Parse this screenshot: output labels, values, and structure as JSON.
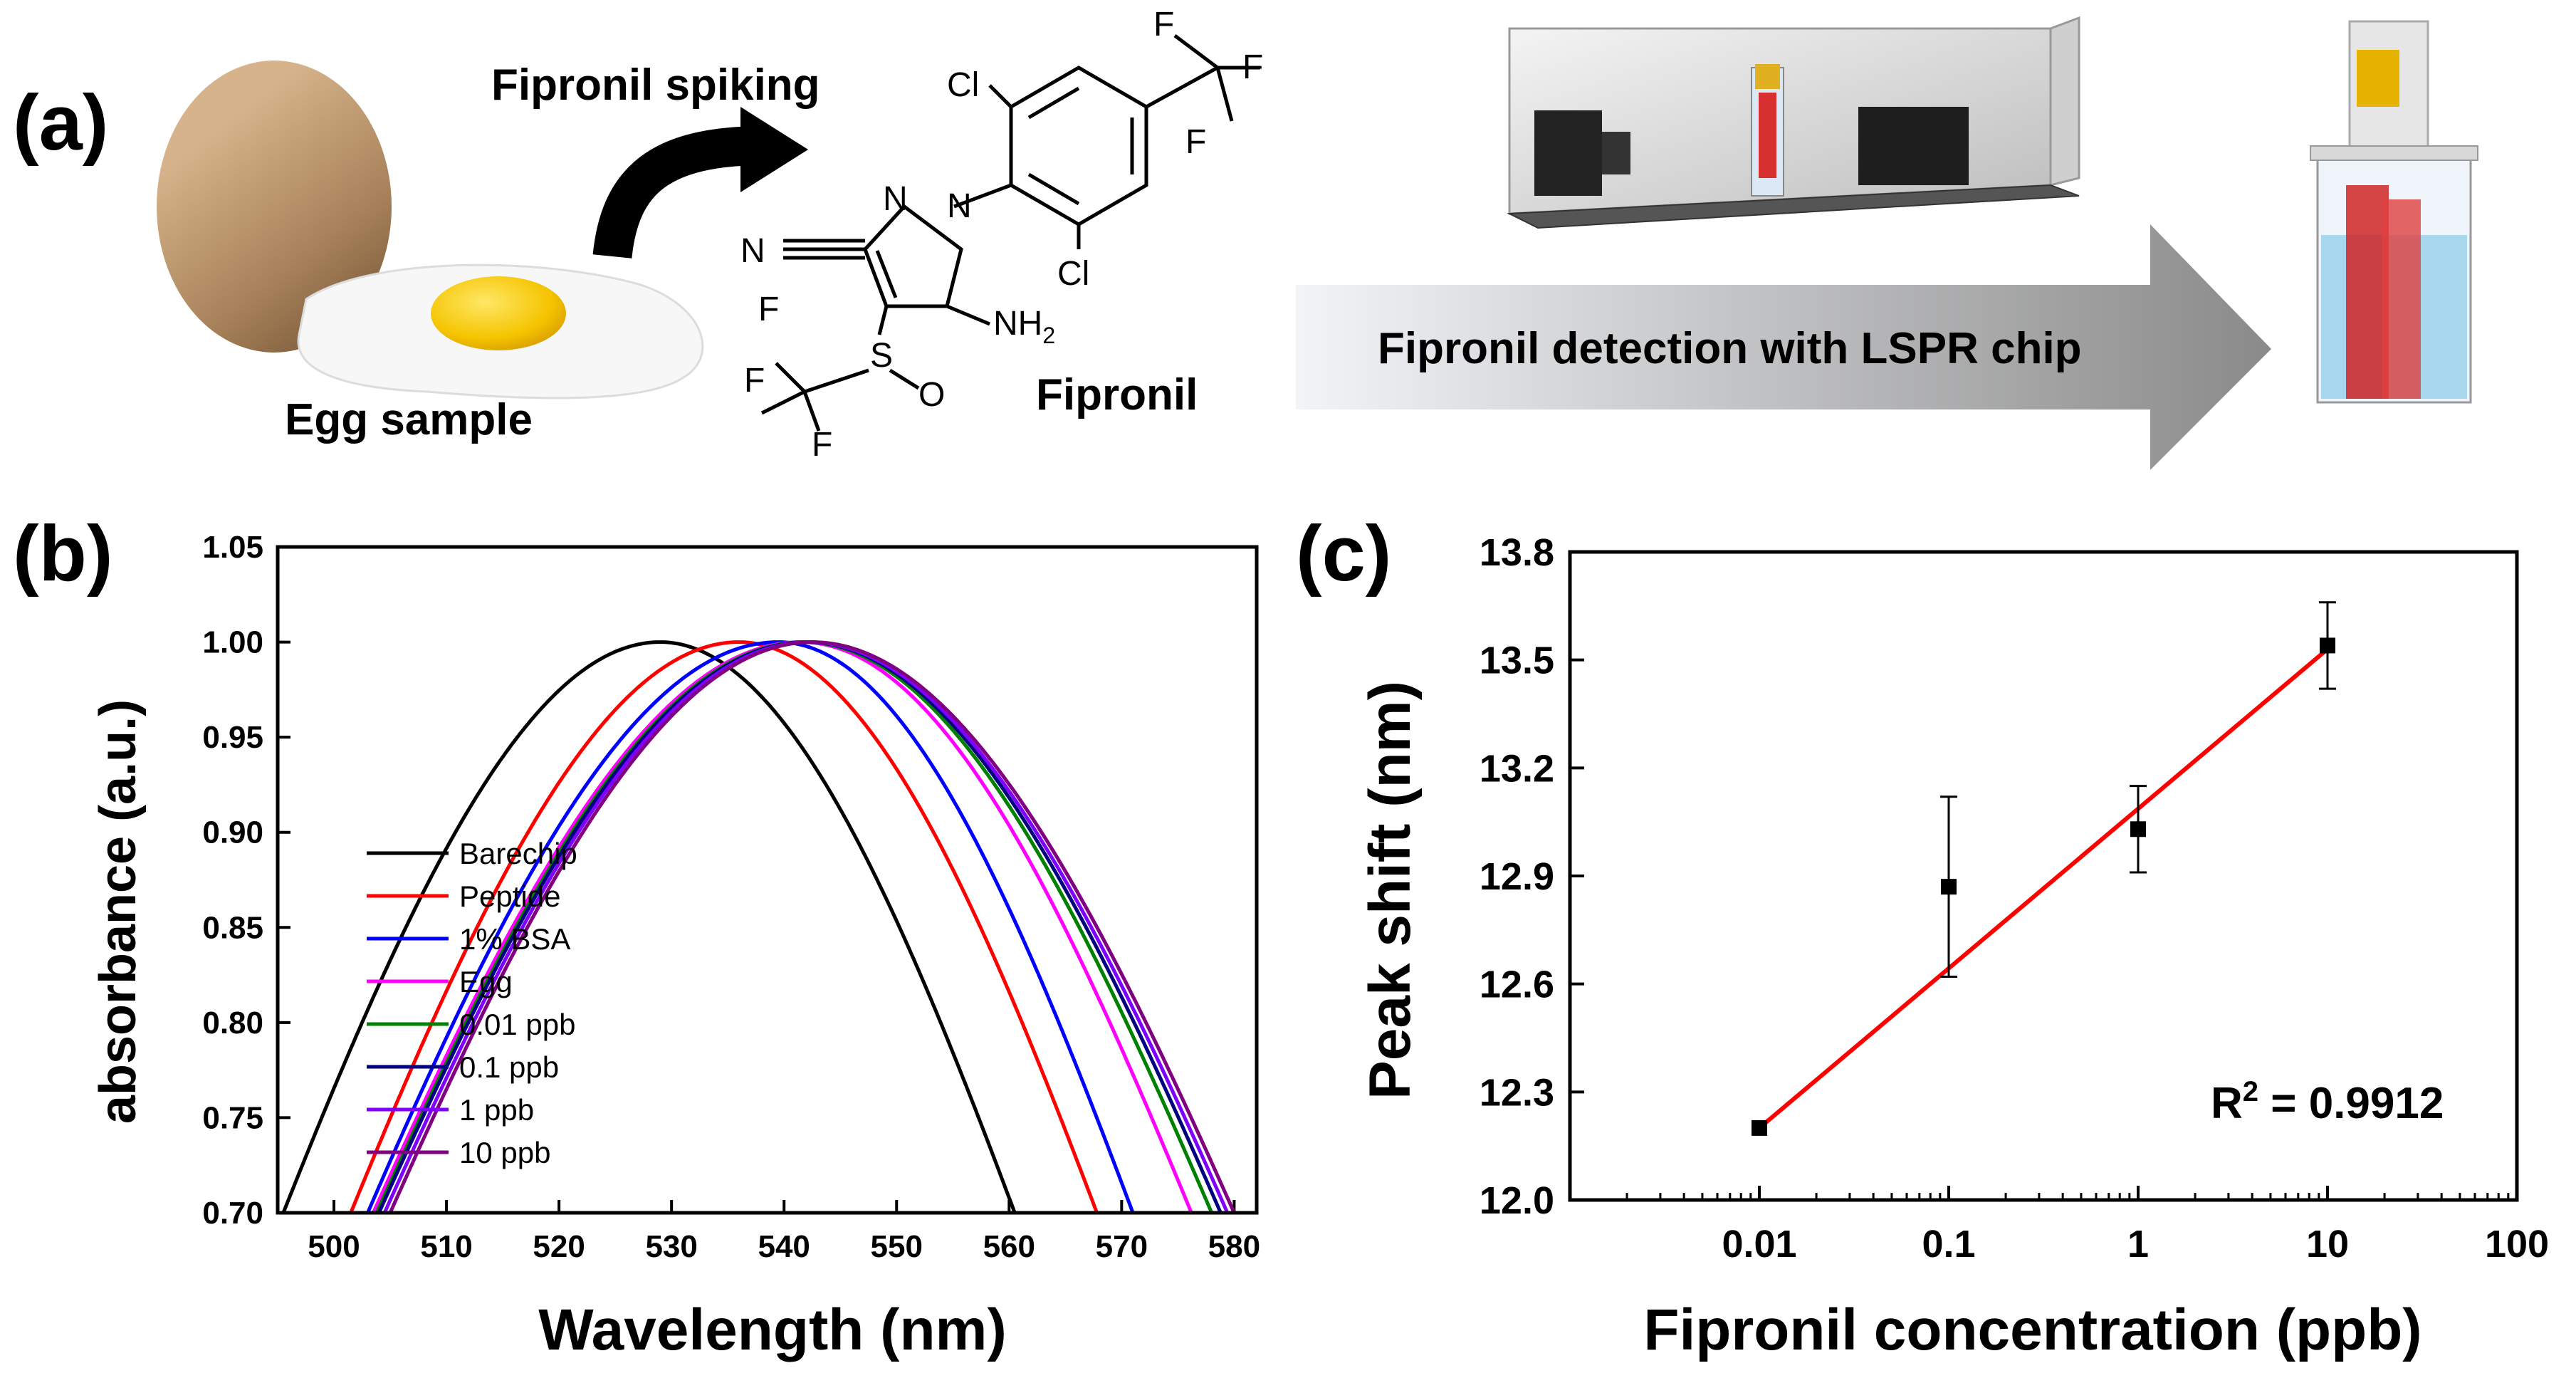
{
  "panel_a": {
    "label": "(a)",
    "spiking_label": "Fipronil spiking",
    "egg_label": "Egg sample",
    "compound_name": "Fipronil",
    "detection_label": "Fipronil detection with LSPR chip",
    "molecule": {
      "cl_top": "Cl",
      "cl_bottom": "Cl",
      "f1": "F",
      "f2": "F",
      "f3": "F",
      "f4": "F",
      "f5": "F",
      "f6": "F",
      "n1": "N",
      "n2": "N",
      "n_nitrile": "N",
      "nh2": "NH",
      "nh2_sub": "2",
      "s": "S",
      "o": "O"
    }
  },
  "chart_data": [
    {
      "panel_label": "(b)",
      "type": "line",
      "xlabel": "Wavelength (nm)",
      "ylabel": "absorbance (a.u.)",
      "xlim": [
        495,
        582
      ],
      "ylim": [
        0.7,
        1.05
      ],
      "xticks": [
        500,
        510,
        520,
        530,
        540,
        550,
        560,
        570,
        580
      ],
      "yticks": [
        "0.70",
        "0.75",
        "0.80",
        "0.85",
        "0.90",
        "0.95",
        "1.00",
        "1.05"
      ],
      "legend_position": "lower-left",
      "series": [
        {
          "name": "Barechip",
          "color": "#000000",
          "peak": 529.0,
          "x_left_at_0_7": 495.5,
          "x_right_at_0_7": 560.5
        },
        {
          "name": "Peptide",
          "color": "#ff0000",
          "peak": 536.0,
          "x_left_at_0_7": 501.5,
          "x_right_at_0_7": 567.8
        },
        {
          "name": "1% BSA",
          "color": "#0000ff",
          "peak": 539.5,
          "x_left_at_0_7": 503.0,
          "x_right_at_0_7": 571.0
        },
        {
          "name": "Egg",
          "color": "#ff00ff",
          "peak": 541.5,
          "x_left_at_0_7": 503.5,
          "x_right_at_0_7": 576.2
        },
        {
          "name": "0.01 ppb",
          "color": "#008000",
          "peak": 541.8,
          "x_left_at_0_7": 503.8,
          "x_right_at_0_7": 578.0
        },
        {
          "name": "0.1 ppb",
          "color": "#000080",
          "peak": 542.0,
          "x_left_at_0_7": 504.0,
          "x_right_at_0_7": 578.8
        },
        {
          "name": "1 ppb",
          "color": "#8000ff",
          "peak": 542.2,
          "x_left_at_0_7": 504.5,
          "x_right_at_0_7": 579.4
        },
        {
          "name": "10 ppb",
          "color": "#800080",
          "peak": 542.5,
          "x_left_at_0_7": 505.0,
          "x_right_at_0_7": 580.0
        }
      ]
    },
    {
      "panel_label": "(c)",
      "type": "scatter",
      "xlabel": "Fipronil concentration (ppb)",
      "ylabel": "Peak shift (nm)",
      "xscale": "log",
      "xlim": [
        0.001,
        100
      ],
      "ylim": [
        12.0,
        13.8
      ],
      "xticks": [
        0.01,
        0.1,
        1,
        10,
        100
      ],
      "xtick_labels": [
        "0.01",
        "0.1",
        "1",
        "10",
        "100"
      ],
      "yticks": [
        "12.0",
        "12.3",
        "12.6",
        "12.9",
        "13.2",
        "13.5",
        "13.8"
      ],
      "points": [
        {
          "x": 0.01,
          "y": 12.2,
          "err": 0.0
        },
        {
          "x": 0.1,
          "y": 12.87,
          "err": 0.25
        },
        {
          "x": 1,
          "y": 13.03,
          "err": 0.12
        },
        {
          "x": 10,
          "y": 13.54,
          "err": 0.12
        }
      ],
      "fit": {
        "x": [
          0.01,
          10
        ],
        "y": [
          12.2,
          13.53
        ],
        "color": "#ff0000"
      },
      "annotation": {
        "r_label": "R",
        "r_sup": "2",
        "r_value": " = 0.9912"
      }
    }
  ]
}
